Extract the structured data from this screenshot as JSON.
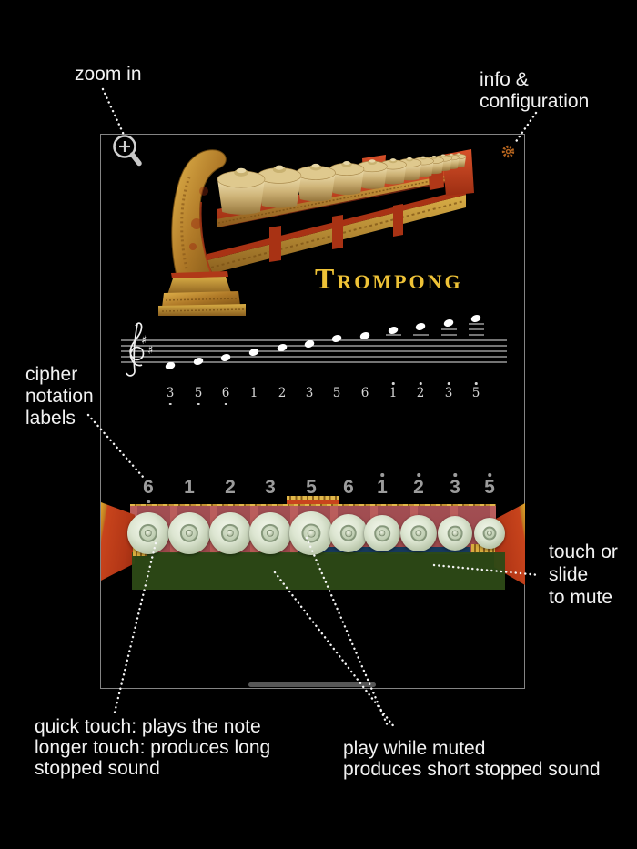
{
  "title": {
    "text": "Trompong"
  },
  "icons": {
    "zoom": "magnifier-plus-icon",
    "settings": "gear-icon"
  },
  "colors": {
    "background": "#000000",
    "frame_border": "#848484",
    "title_gold": "#eec237",
    "key_label_gray": "#9c9c9c",
    "annotation_white": "#f2f2f2",
    "mute_green": "#2d4a16",
    "mute_blue": "#16395c",
    "wood_red": "#c8441c",
    "trim_gold": "#c79a33",
    "gear_orange": "#b5641e"
  },
  "annotations": {
    "zoom_in": {
      "text": "zoom in"
    },
    "info_config": {
      "lines": [
        "info &",
        "configuration"
      ]
    },
    "cipher_labels": {
      "lines": [
        "cipher",
        "notation",
        "labels"
      ]
    },
    "mute": {
      "lines": [
        "touch or",
        "slide",
        "to mute"
      ]
    },
    "touch_help": {
      "lines": [
        "quick touch: plays the note",
        "longer touch: produces long",
        "stopped sound"
      ]
    },
    "muted_help": {
      "lines": [
        "play while muted",
        "produces short stopped sound"
      ]
    }
  },
  "staff_cipher": [
    {
      "label": "3",
      "dot": "below"
    },
    {
      "label": "5",
      "dot": "below"
    },
    {
      "label": "6",
      "dot": "below"
    },
    {
      "label": "1",
      "dot": "none"
    },
    {
      "label": "2",
      "dot": "none"
    },
    {
      "label": "3",
      "dot": "none"
    },
    {
      "label": "5",
      "dot": "none"
    },
    {
      "label": "6",
      "dot": "none"
    },
    {
      "label": "1",
      "dot": "above"
    },
    {
      "label": "2",
      "dot": "above"
    },
    {
      "label": "3",
      "dot": "above"
    },
    {
      "label": "5",
      "dot": "above"
    }
  ],
  "instrument_keys": [
    {
      "label": "6",
      "dot": "below"
    },
    {
      "label": "1",
      "dot": "none"
    },
    {
      "label": "2",
      "dot": "none"
    },
    {
      "label": "3",
      "dot": "none"
    },
    {
      "label": "5",
      "dot": "none"
    },
    {
      "label": "6",
      "dot": "none"
    },
    {
      "label": "1",
      "dot": "above"
    },
    {
      "label": "2",
      "dot": "above"
    },
    {
      "label": "3",
      "dot": "above"
    },
    {
      "label": "5",
      "dot": "above"
    }
  ]
}
